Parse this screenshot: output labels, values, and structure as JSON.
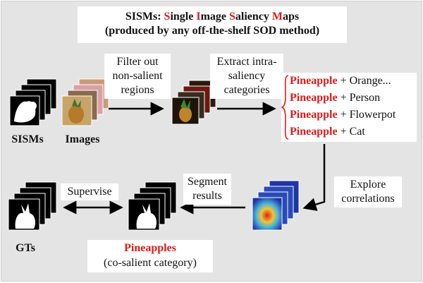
{
  "title": {
    "line1_prefix": "SISMs: ",
    "s1": "S",
    "w1": "ingle ",
    "s2": "I",
    "w2": "mage ",
    "s3": "S",
    "w3": "aliency ",
    "s4": "M",
    "w4": "aps",
    "line2": "(produced by any off-the-shelf SOD method)"
  },
  "inputs": {
    "sisms_label": "SISMs",
    "images_label": "Images"
  },
  "steps": {
    "filter_line1": "Filter out",
    "filter_line2": "non-salient",
    "filter_line3": "regions",
    "extract_line1": "Extract intra-",
    "extract_line2": "saliency",
    "extract_line3": "categories",
    "explore_line1": "Explore",
    "explore_line2": "correlations",
    "segment_line1": "Segment",
    "segment_line2": "results",
    "supervise": "Supervise"
  },
  "categories": [
    {
      "main": "Pineapple",
      "rest": " + Orange..."
    },
    {
      "main": "Pineapple",
      "rest": " + Person"
    },
    {
      "main": "Pineapple",
      "rest": " + Flowerpot"
    },
    {
      "main": "Pineapple",
      "rest": " + Cat"
    }
  ],
  "outputs": {
    "gts_label": "GTs",
    "category_name": "Pineapples",
    "category_note": "(co-salient category)"
  },
  "colors": {
    "accent_red": "#e01a1a",
    "background": "#e4e4e4",
    "box": "#ffffff",
    "arrow": "#000000"
  }
}
